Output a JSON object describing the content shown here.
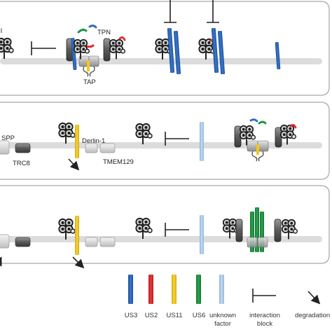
{
  "labels": {
    "cut_label": "II",
    "tpn": "TPN",
    "tap": "TAP",
    "spp": "SPP",
    "trc8": "TRC8",
    "derlin": "Derlin-1",
    "tmem129": "TMEM129"
  },
  "legend": {
    "us3": "US3",
    "us2": "US2",
    "us11": "US11",
    "us6": "US6",
    "unknown_line1": "unknown",
    "unknown_line2": "factor",
    "interaction_line1": "interaction",
    "interaction_line2": "block",
    "degradation": "degradation"
  },
  "colors": {
    "us3": "#2f6cc0",
    "us2": "#e02a2a",
    "us11": "#f2c71c",
    "us6": "#1e9442",
    "unknown": "#a9c8e6",
    "membrane": "#dcdcdc",
    "panel_border": "#b5b5b5"
  }
}
